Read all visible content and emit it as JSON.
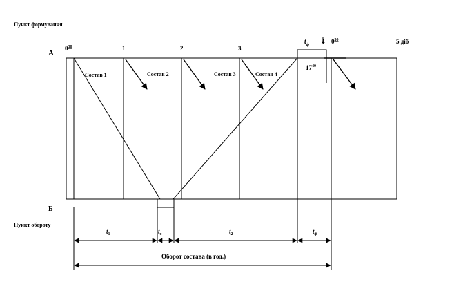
{
  "labels": {
    "top_point": "Пункт формування",
    "bottom_point": "Пункт обороту",
    "point_a": "А",
    "point_b": "Б"
  },
  "time_marks": {
    "start": "0",
    "start_sup": "30",
    "hour1": "1",
    "hour2": "2",
    "hour3": "3",
    "tf_main": "t",
    "tf_sub": "ф",
    "hour4": "4",
    "end": "0",
    "end_sup": "30",
    "far_right": "5 діб",
    "arrival": "17",
    "arrival_sup": "40"
  },
  "trains": [
    "Состав 1",
    "Состав 2",
    "Состав 3",
    "Состав 4"
  ],
  "intervals": {
    "t1_main": "t",
    "t1_sub": "1",
    "to_main": "t",
    "to_sub": "о",
    "t2_main": "t",
    "t2_sub": "2",
    "tf_main": "t",
    "tf_sub": "ф",
    "total": "Оборот состава (в год.)"
  }
}
